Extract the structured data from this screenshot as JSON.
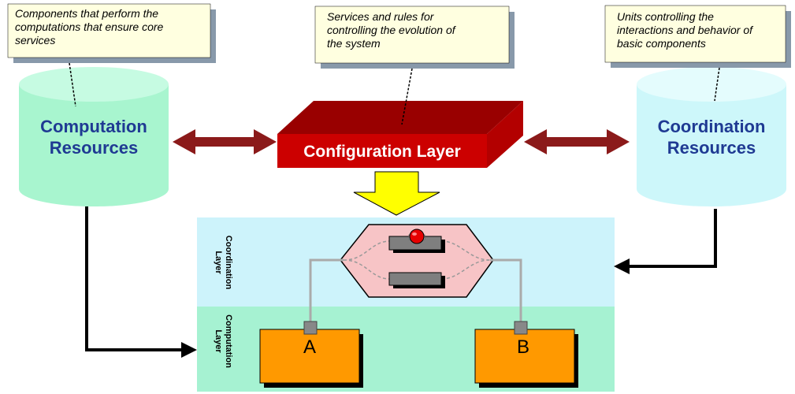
{
  "notes": {
    "computation": [
      "Components that perform the",
      "computations that ensure core",
      "services"
    ],
    "configuration": [
      "Services and rules for",
      "controlling the evolution of",
      "the system"
    ],
    "coordination": [
      "Units controlling the",
      "interactions and behavior of",
      "basic components"
    ]
  },
  "resources": {
    "computation": [
      "Computation",
      "Resources"
    ],
    "coordination": [
      "Coordination",
      "Resources"
    ]
  },
  "configuration_layer": {
    "label": "Configuration Layer"
  },
  "layers": {
    "coordination": [
      "Coordination",
      "Layer"
    ],
    "computation": [
      "Computation",
      "Layer"
    ]
  },
  "components": {
    "a": "A",
    "b": "B"
  },
  "colors": {
    "note_fill": "#ffffe0",
    "note_shadow": "#8899aa",
    "computation_cylinder": "#a8f5cf",
    "coordination_cylinder": "#cdf7fa",
    "config_box": "#cc0000",
    "arrow_dark_red": "#8b1a1a",
    "down_arrow": "#ffff00",
    "coordination_band": "#cdf3fb",
    "computation_band": "#a6f2d2",
    "hexagon": "#f7c4c6",
    "component_box": "#ff9900",
    "connector": "#aaaaaa"
  }
}
